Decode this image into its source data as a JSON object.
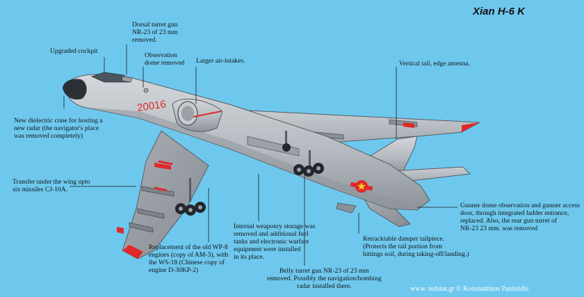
{
  "title": "Xian H-6 K",
  "tail_number": "20016",
  "annotations": {
    "dorsal_turret": "Dorsal turret gun\nNR-23 of 23 mm\nremoved.",
    "upgraded_cockpit": "Upgraded cockpit",
    "observation_dome": "Observation\ndome removed",
    "air_intakes": "Larger air-intakes.",
    "vertical_tail": "Vertical tail, edge antenna.",
    "dielectric_cone": "New dielectric cone for hosting a\nnew radar (the navigator's place\nwas removed completely)",
    "missiles": "Transfer under the wing upto\nsix missiles CJ-10A.",
    "gunner_dome": "Gunner dome observation and gunner access\ndoor, through integrated ladder entrance,\nreplaced. Also, the rear gun turret of\nNR-23 23 mm. was removed",
    "internal_weaponry": "Internal weaponry storage was\nremoved and additional fuel\ntanks and electronic warfare\nequipment were installed\nin its place.",
    "damper_tailpiece": "Retracktable damper tailpiece.\n(Protects the tail portion from\nhittings soil, during taking-off/landing.)",
    "engines": "Replacement of the old WP-8\nengines (copy of AM-3), with\nthe WS-18 (Chinese copy of\nengine D-30KP-2)",
    "belly_turret": "Belly turret gun NR-23 of 23 mm\nremoved. Possibly the navigation/bombing\nradar installed there."
  },
  "credit": "www. redstar.gr ©  Konstantinos Panitsidis",
  "colors": {
    "background": "#6ec8ee",
    "fuselage": "#b9bec4",
    "fuselage_shadow": "#8f959c",
    "nose_cone": "#2b2f36",
    "marking_red": "#e0282a",
    "star_yellow": "#f2d21a",
    "leader_line": "#1a1a1a"
  }
}
